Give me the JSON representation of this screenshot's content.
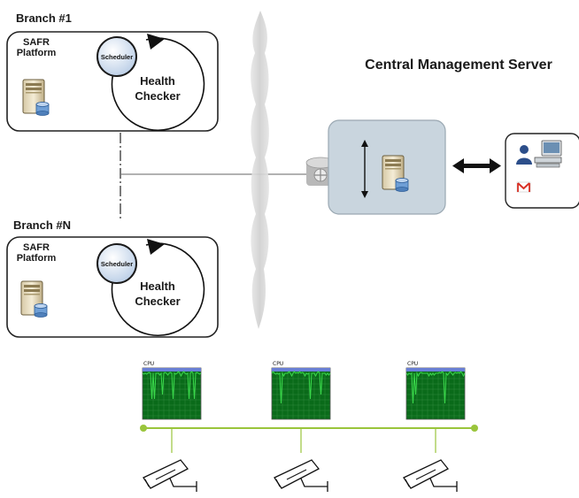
{
  "branch1": {
    "title": "Branch #1",
    "platform_line1": "SAFR",
    "platform_line2": "Platform",
    "scheduler": "Scheduler",
    "checker_line1": "Health",
    "checker_line2": "Checker"
  },
  "branchN": {
    "title": "Branch #N",
    "platform_line1": "SAFR",
    "platform_line2": "Platform",
    "scheduler": "Scheduler",
    "checker_line1": "Health",
    "checker_line2": "Checker"
  },
  "central": {
    "title": "Central Management Server"
  },
  "cpu_monitors": [
    {
      "label": "CPU"
    },
    {
      "label": "CPU"
    },
    {
      "label": "CPU"
    }
  ],
  "icons": {
    "server": "server-icon",
    "router": "router-icon",
    "user": "user-icon",
    "computer": "computer-icon",
    "mail": "gmail-icon",
    "camera": "security-camera-icon",
    "arrow": "double-arrow-icon"
  },
  "colors": {
    "cpu_background": "#0a6b1a",
    "cpu_trace": "#39d94a",
    "network_line": "#9ac53c",
    "server_box": "#c9d5de",
    "scheduler_fill": "#dde8f4"
  }
}
